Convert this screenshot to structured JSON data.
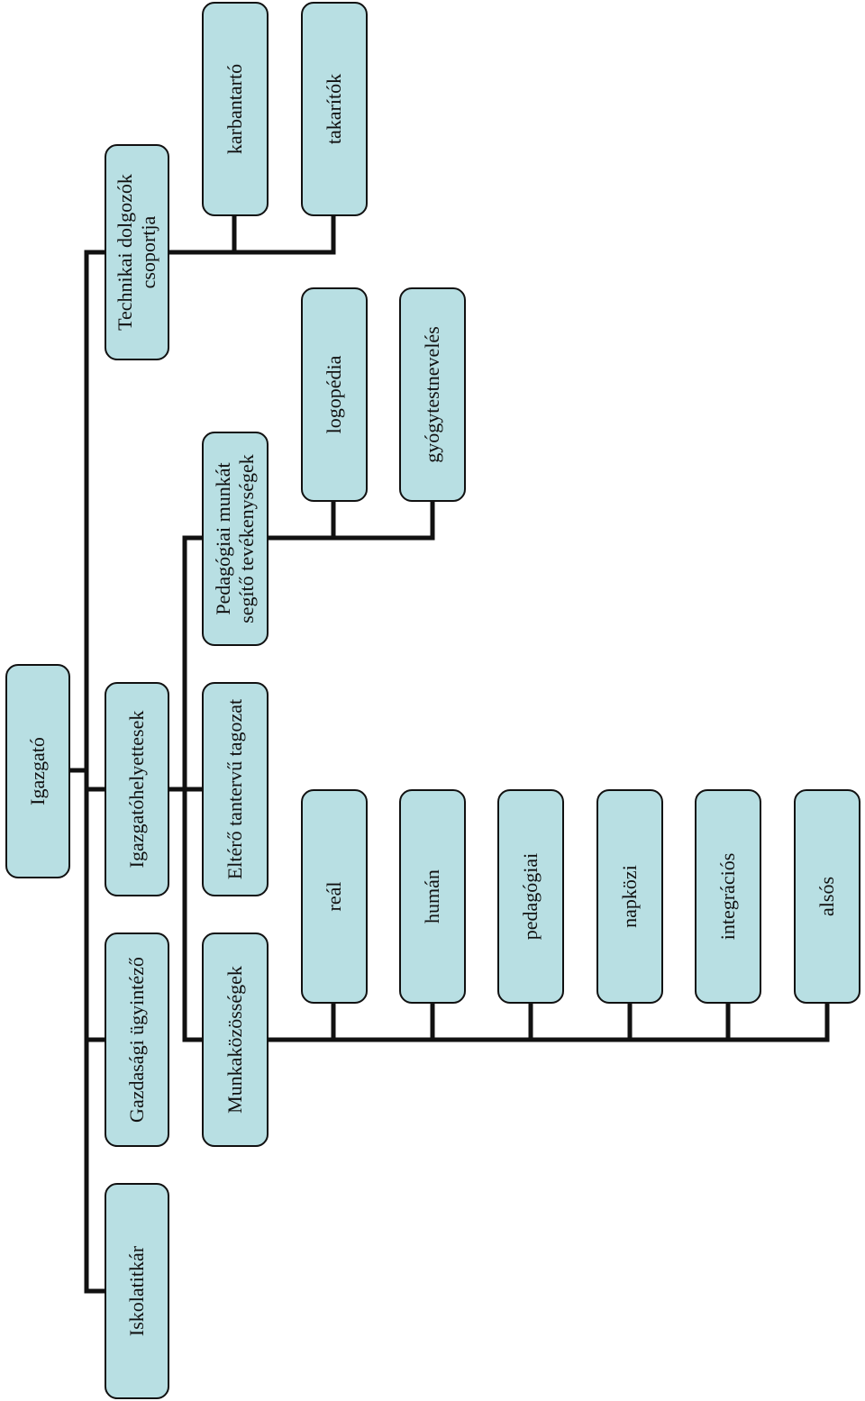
{
  "diagram": {
    "nodes": {
      "igazgato": "Igazgató",
      "iskolatitkar": "Iskolatitkár",
      "gazdasagi_ugyintezo": "Gazdasági ügyintéző",
      "igazgatohelyettesek": "Igazgatóhelyettesek",
      "technikai_dolgozok": "Technikai dolgozók\ncsoportja",
      "munkakozossegek": "Munkaközösségek",
      "eltero_tantervu": "Eltérő tantervű tagozat",
      "pedagogiai_munkat": "Pedagógiai munkát\nsegítő tevékenységek",
      "karbantarto": "karbantartó",
      "takaritok": "takarítók",
      "logopedia": "logopédia",
      "gyogytestneveles": "gyógytestnevelés",
      "real": "reál",
      "human": "humán",
      "pedagogiai": "pedagógiai",
      "napkozi": "napközi",
      "integracios": "integrációs",
      "alsos": "alsós"
    }
  },
  "colors": {
    "box_fill": "#b8dfe3",
    "line": "#111111"
  }
}
